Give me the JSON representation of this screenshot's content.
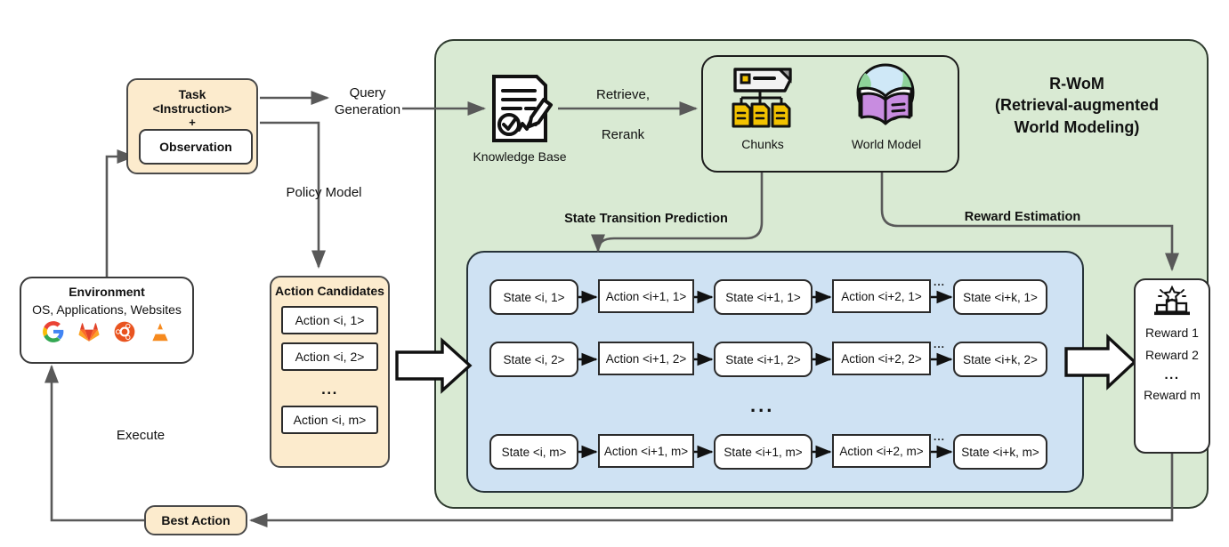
{
  "diagram": {
    "title": "R-WoM (Retrieval-augmented World Modeling) agent pipeline",
    "framework_label": "R-WoM\n(Retrieval-augmented\nWorld Modeling)"
  },
  "task": {
    "title": "Task",
    "instruction": "<Instruction>",
    "plus": "+",
    "observation": "Observation"
  },
  "environment": {
    "title": "Environment",
    "subtitle": "OS, Applications, Websites",
    "icons": [
      "google-icon",
      "gitlab-icon",
      "ubuntu-icon",
      "vlc-icon"
    ]
  },
  "action_candidates": {
    "title": "Action\nCandidates",
    "items": [
      "Action <i, 1>",
      "Action <i, 2>",
      "...",
      "Action <i, m>"
    ]
  },
  "best_action": {
    "label": "Best Action"
  },
  "edges": {
    "query_generation": "Query\nGeneration",
    "policy_model": "Policy Model",
    "execute": "Execute",
    "retrieve_rerank": "Retrieve,\n\nRerank",
    "state_transition_prediction": "State Transition Prediction",
    "reward_estimation": "Reward Estimation"
  },
  "knowledge_base": {
    "caption": "Knowledge Base",
    "icon": "document-pen-icon"
  },
  "chunks": {
    "caption": "Chunks",
    "icon": "chunks-tree-icon"
  },
  "world_model": {
    "caption": "World Model",
    "icon": "globe-book-icon"
  },
  "rollout_grid": {
    "column_kinds": [
      "state",
      "action",
      "state",
      "action",
      "state"
    ],
    "rows": [
      [
        "State <i, 1>",
        "Action <i+1, 1>",
        "State <i+1, 1>",
        "Action <i+2, 1>",
        "State <i+k, 1>"
      ],
      [
        "State <i, 2>",
        "Action <i+1, 2>",
        "State <i+1, 2>",
        "Action <i+2, 2>",
        "State <i+k, 2>"
      ],
      [
        "State <i, m>",
        "Action <i+1, m>",
        "State <i+1, m>",
        "Action <i+2, m>",
        "State <i+k, m>"
      ]
    ],
    "ellipsis_between_rows": "...",
    "ellipsis_over_last_arrow": "..."
  },
  "rewards": {
    "icon": "podium-star-icon",
    "items": [
      "Reward 1",
      "Reward 2",
      "...",
      "Reward m"
    ]
  },
  "colors": {
    "panel_green": "#d9ead3",
    "panel_blue": "#cfe2f3",
    "box_yellow": "#fcebcd",
    "stroke_dark": "#2b2b2b",
    "arrow_gray": "#595959"
  }
}
